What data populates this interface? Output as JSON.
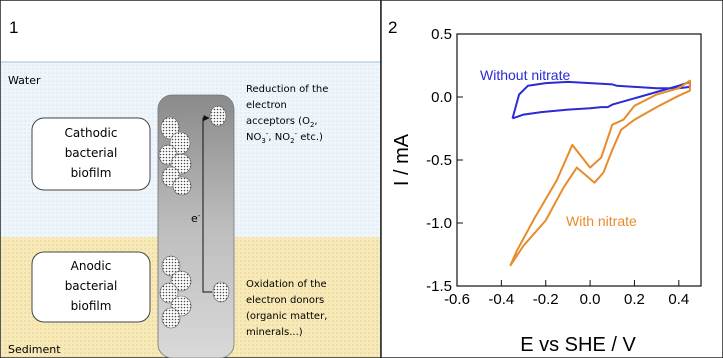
{
  "panel1": {
    "number": "1",
    "water_label": "Water",
    "sediment_label": "Sediment",
    "cathodic_box": [
      "Cathodic",
      "bacterial",
      "biofilm"
    ],
    "anodic_box": [
      "Anodic",
      "bacterial",
      "biofilm"
    ],
    "electron_label": "e",
    "electron_sup": "-",
    "reduction_text": {
      "line1": "Reduction of the",
      "line2": "electron",
      "line3_prefix": "acceptors (O",
      "line3_sub": "2",
      "line3_suffix": ",",
      "line4_a": "NO",
      "line4_sub1": "3",
      "line4_sup1": "-",
      "line4_b": ", NO",
      "line4_sub2": "2",
      "line4_sup2": "-",
      "line4_c": " etc.)"
    },
    "oxidation_text": [
      "Oxidation of the",
      "electron donors",
      "(organic matter,",
      "minerals...)"
    ],
    "colors": {
      "water": "#eef5fb",
      "sediment": "#f8e9b8",
      "electrode_dark": "#8a8a8a",
      "electrode_light": "#d6d6d6"
    }
  },
  "panel2": {
    "number": "2",
    "chart_data": {
      "type": "line",
      "xlabel": "E vs SHE / V",
      "ylabel": "I / mA",
      "xlim": [
        -0.6,
        0.5
      ],
      "ylim": [
        -1.5,
        0.5
      ],
      "xticks": [
        "-0.6",
        "-0.4",
        "-0.2",
        "0.0",
        "0.2",
        "0.4"
      ],
      "xtick_values": [
        -0.6,
        -0.4,
        -0.2,
        0.0,
        0.2,
        0.4
      ],
      "yticks": [
        "0.5",
        "0.0",
        "-0.5",
        "-1.0",
        "-1.5"
      ],
      "ytick_values": [
        0.5,
        0.0,
        -0.5,
        -1.0,
        -1.5
      ],
      "grid": false,
      "series": [
        {
          "name": "Without nitrate",
          "color": "#2b2bd6",
          "x": [
            -0.35,
            -0.3,
            -0.22,
            -0.1,
            0.0,
            0.05,
            0.08,
            0.1,
            0.2,
            0.3,
            0.4,
            0.45,
            0.45,
            0.4,
            0.3,
            0.2,
            0.12,
            0.1,
            0.0,
            -0.1,
            -0.2,
            -0.28,
            -0.32,
            -0.35
          ],
          "y": [
            -0.17,
            -0.14,
            -0.12,
            -0.1,
            -0.09,
            -0.08,
            -0.08,
            -0.06,
            -0.01,
            0.04,
            0.09,
            0.12,
            0.08,
            0.07,
            0.07,
            0.08,
            0.09,
            0.1,
            0.11,
            0.12,
            0.11,
            0.09,
            0.02,
            -0.17
          ]
        },
        {
          "name": "With nitrate",
          "color": "#e88b2b",
          "x": [
            -0.36,
            -0.3,
            -0.2,
            -0.12,
            -0.06,
            -0.02,
            0.02,
            0.06,
            0.1,
            0.14,
            0.2,
            0.3,
            0.4,
            0.45,
            0.45,
            0.4,
            0.3,
            0.2,
            0.15,
            0.1,
            0.05,
            0.0,
            -0.04,
            -0.08,
            -0.15,
            -0.25,
            -0.33,
            -0.36
          ],
          "y": [
            -1.34,
            -1.18,
            -0.98,
            -0.72,
            -0.56,
            -0.62,
            -0.68,
            -0.6,
            -0.42,
            -0.26,
            -0.18,
            -0.08,
            0.01,
            0.05,
            0.13,
            0.07,
            0.02,
            -0.07,
            -0.18,
            -0.22,
            -0.48,
            -0.56,
            -0.47,
            -0.38,
            -0.66,
            -0.96,
            -1.22,
            -1.34
          ]
        }
      ]
    }
  }
}
